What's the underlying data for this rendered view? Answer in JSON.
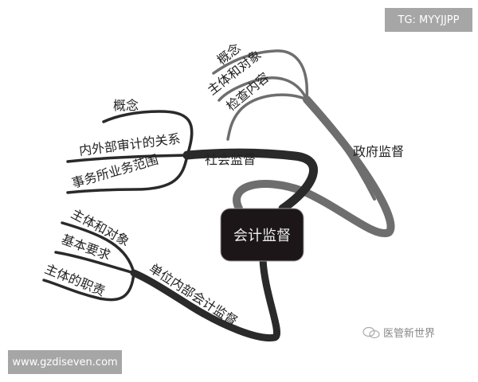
{
  "watermarks": {
    "top_right": "TG: MYYJJPP",
    "bottom_left": "www.gzdiseven.com",
    "brand": "医管新世界",
    "brand_icon": "wechat-icon"
  },
  "diagram": {
    "center": "会计监督",
    "branches": [
      {
        "label": "政府监督",
        "color": "#6e6e6e",
        "children": [
          "概念",
          "主体和对象",
          "检查内容"
        ]
      },
      {
        "label": "社会监督",
        "color": "#2a2a2a",
        "children": [
          "概念",
          "内外部审计的关系",
          "事务所业务范围"
        ]
      },
      {
        "label": "单位内部会计监督",
        "color": "#2a2a2a",
        "children": [
          "主体和对象",
          "基本要求",
          "主体的职责"
        ]
      }
    ],
    "center_color": "#1c1618"
  }
}
